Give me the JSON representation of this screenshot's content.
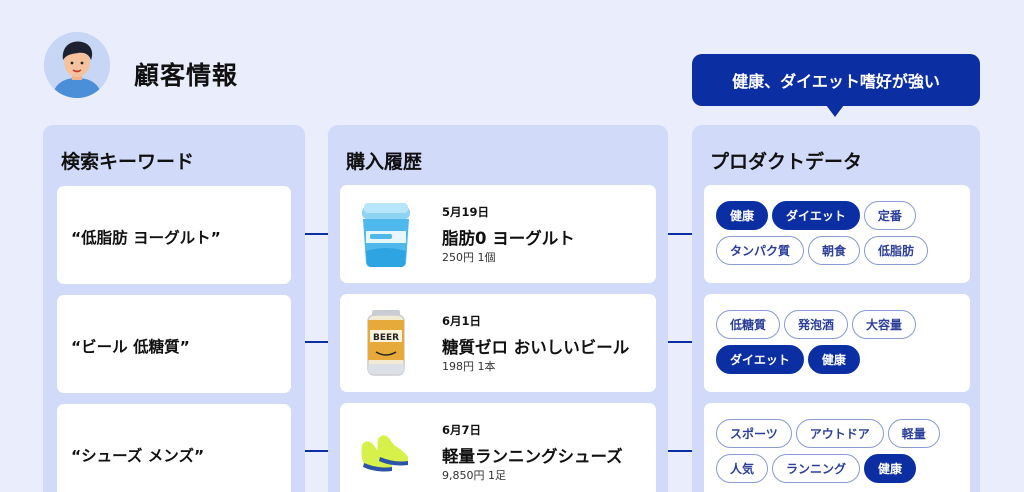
{
  "header": {
    "title": "顧客情報",
    "callout": "健康、ダイエット嗜好が強い"
  },
  "search": {
    "title": "検索キーワード",
    "items": [
      {
        "keyword": "“低脂肪 ヨーグルト”"
      },
      {
        "keyword": "“ビール 低糖質”"
      },
      {
        "keyword": "“シューズ メンズ”"
      }
    ]
  },
  "history": {
    "title": "購入履歴",
    "items": [
      {
        "date": "5月19日",
        "name": "脂肪0 ヨーグルト",
        "detail": "250円 1個",
        "icon": "yogurt-icon"
      },
      {
        "date": "6月1日",
        "name": "糖質ゼロ おいしいビール",
        "detail": "198円 1本",
        "icon": "beer-can-icon",
        "can_label": "BEER"
      },
      {
        "date": "6月7日",
        "name": "軽量ランニングシューズ",
        "detail": "9,850円 1足",
        "icon": "sneakers-icon"
      }
    ]
  },
  "product": {
    "title": "プロダクトデータ",
    "items": [
      {
        "tags": [
          {
            "label": "健康",
            "filled": true
          },
          {
            "label": "ダイエット",
            "filled": true
          },
          {
            "label": "定番",
            "filled": false
          },
          {
            "label": "タンパク質",
            "filled": false
          },
          {
            "label": "朝食",
            "filled": false
          },
          {
            "label": "低脂肪",
            "filled": false
          }
        ]
      },
      {
        "tags": [
          {
            "label": "低糖質",
            "filled": false
          },
          {
            "label": "発泡酒",
            "filled": false
          },
          {
            "label": "大容量",
            "filled": false
          },
          {
            "label": "ダイエット",
            "filled": true
          },
          {
            "label": "健康",
            "filled": true
          }
        ]
      },
      {
        "tags": [
          {
            "label": "スポーツ",
            "filled": false
          },
          {
            "label": "アウトドア",
            "filled": false
          },
          {
            "label": "軽量",
            "filled": false
          },
          {
            "label": "人気",
            "filled": false
          },
          {
            "label": "ランニング",
            "filled": false
          },
          {
            "label": "健康",
            "filled": true
          }
        ]
      }
    ]
  },
  "colors": {
    "background": "#eaedfb",
    "panel": "#d2dafa",
    "accent": "#0b2ea3"
  }
}
